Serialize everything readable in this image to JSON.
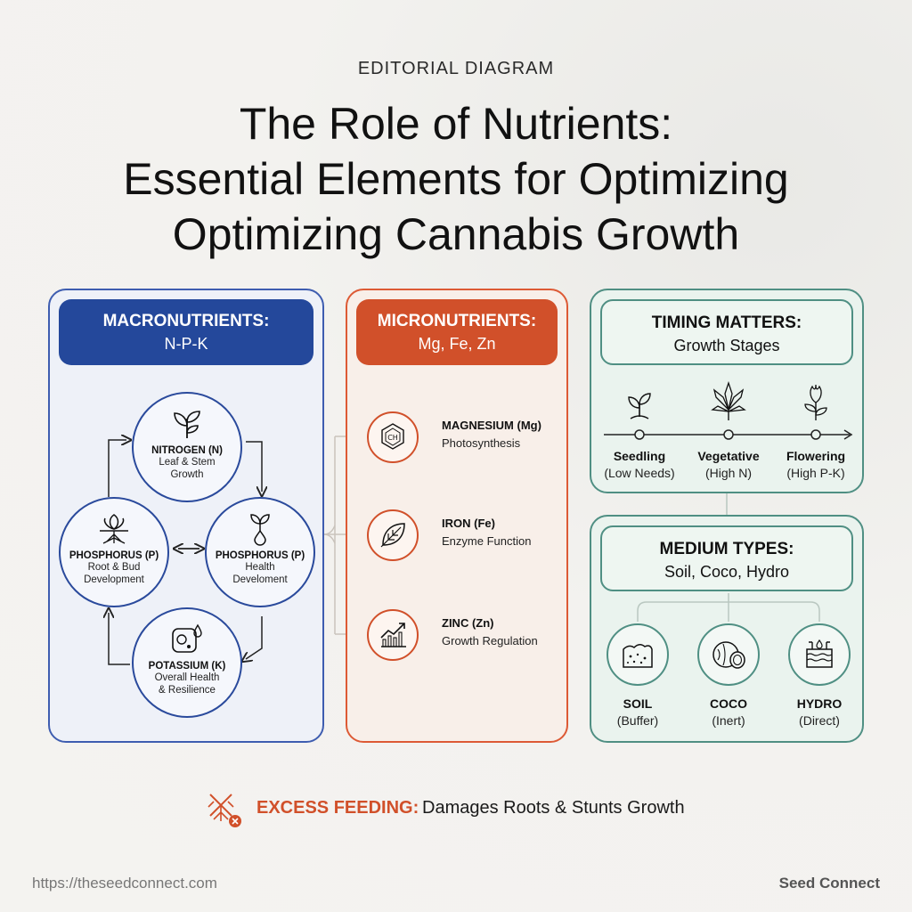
{
  "eyebrow": "EDITORIAL DIAGRAM",
  "title": {
    "line1": "The Role of Nutrients:",
    "line2": "Essential Elements for Optimizing",
    "line3": "Optimizing Cannabis Growth"
  },
  "macro": {
    "title": "MACRONUTRIENTS:",
    "subtitle": "N-P-K",
    "nodes": [
      {
        "name": "NITROGEN (N)",
        "desc1": "Leaf & Stem",
        "desc2": "Growth",
        "icon": "sprout-icon"
      },
      {
        "name": "PHOSPHORUS (P)",
        "desc1": "Root & Bud",
        "desc2": "Development",
        "icon": "roots-icon"
      },
      {
        "name": "PHOSPHORUS (P)",
        "desc1": "Health",
        "desc2": "Develoment",
        "icon": "droplet-plant-icon"
      },
      {
        "name": "POTASSIUM (K)",
        "desc1": "Overall Health",
        "desc2": "& Resilience",
        "icon": "cell-droplet-icon"
      }
    ]
  },
  "micro": {
    "title": "MICRONUTRIENTS:",
    "subtitle": "Mg, Fe, Zn",
    "items": [
      {
        "name": "MAGNESIUM (Mg)",
        "desc": "Photosynthesis",
        "icon_text": "CH",
        "icon": "molecule-icon"
      },
      {
        "name": "IRON (Fe)",
        "desc": "Enzyme Function",
        "icon": "leaf-icon"
      },
      {
        "name": "ZINC (Zn)",
        "desc": "Growth Regulation",
        "icon": "growth-chart-icon"
      }
    ]
  },
  "timing": {
    "title": "TIMING MATTERS:",
    "subtitle": "Growth Stages",
    "stages": [
      {
        "name": "Seedling",
        "desc": "(Low Needs)",
        "icon": "seedling-icon"
      },
      {
        "name": "Vegetative",
        "desc": "(High N)",
        "icon": "cannabis-leaf-icon"
      },
      {
        "name": "Flowering",
        "desc": "(High P-K)",
        "icon": "flower-icon"
      }
    ]
  },
  "medium": {
    "title": "MEDIUM TYPES:",
    "subtitle": "Soil, Coco, Hydro",
    "types": [
      {
        "name": "SOIL",
        "desc": "(Buffer)",
        "icon": "soil-icon"
      },
      {
        "name": "COCO",
        "desc": "(Inert)",
        "icon": "coconut-icon"
      },
      {
        "name": "HYDRO",
        "desc": "(Direct)",
        "icon": "hydro-icon"
      }
    ]
  },
  "warning": {
    "label": "EXCESS FEEDING:",
    "text": "Damages Roots & Stunts Growth",
    "icon": "damaged-roots-icon"
  },
  "footer": {
    "url": "https://theseedconnect.com",
    "brand": "Seed Connect"
  },
  "colors": {
    "macro": "#24489b",
    "micro": "#d1502a",
    "teal": "#4f8f83"
  }
}
